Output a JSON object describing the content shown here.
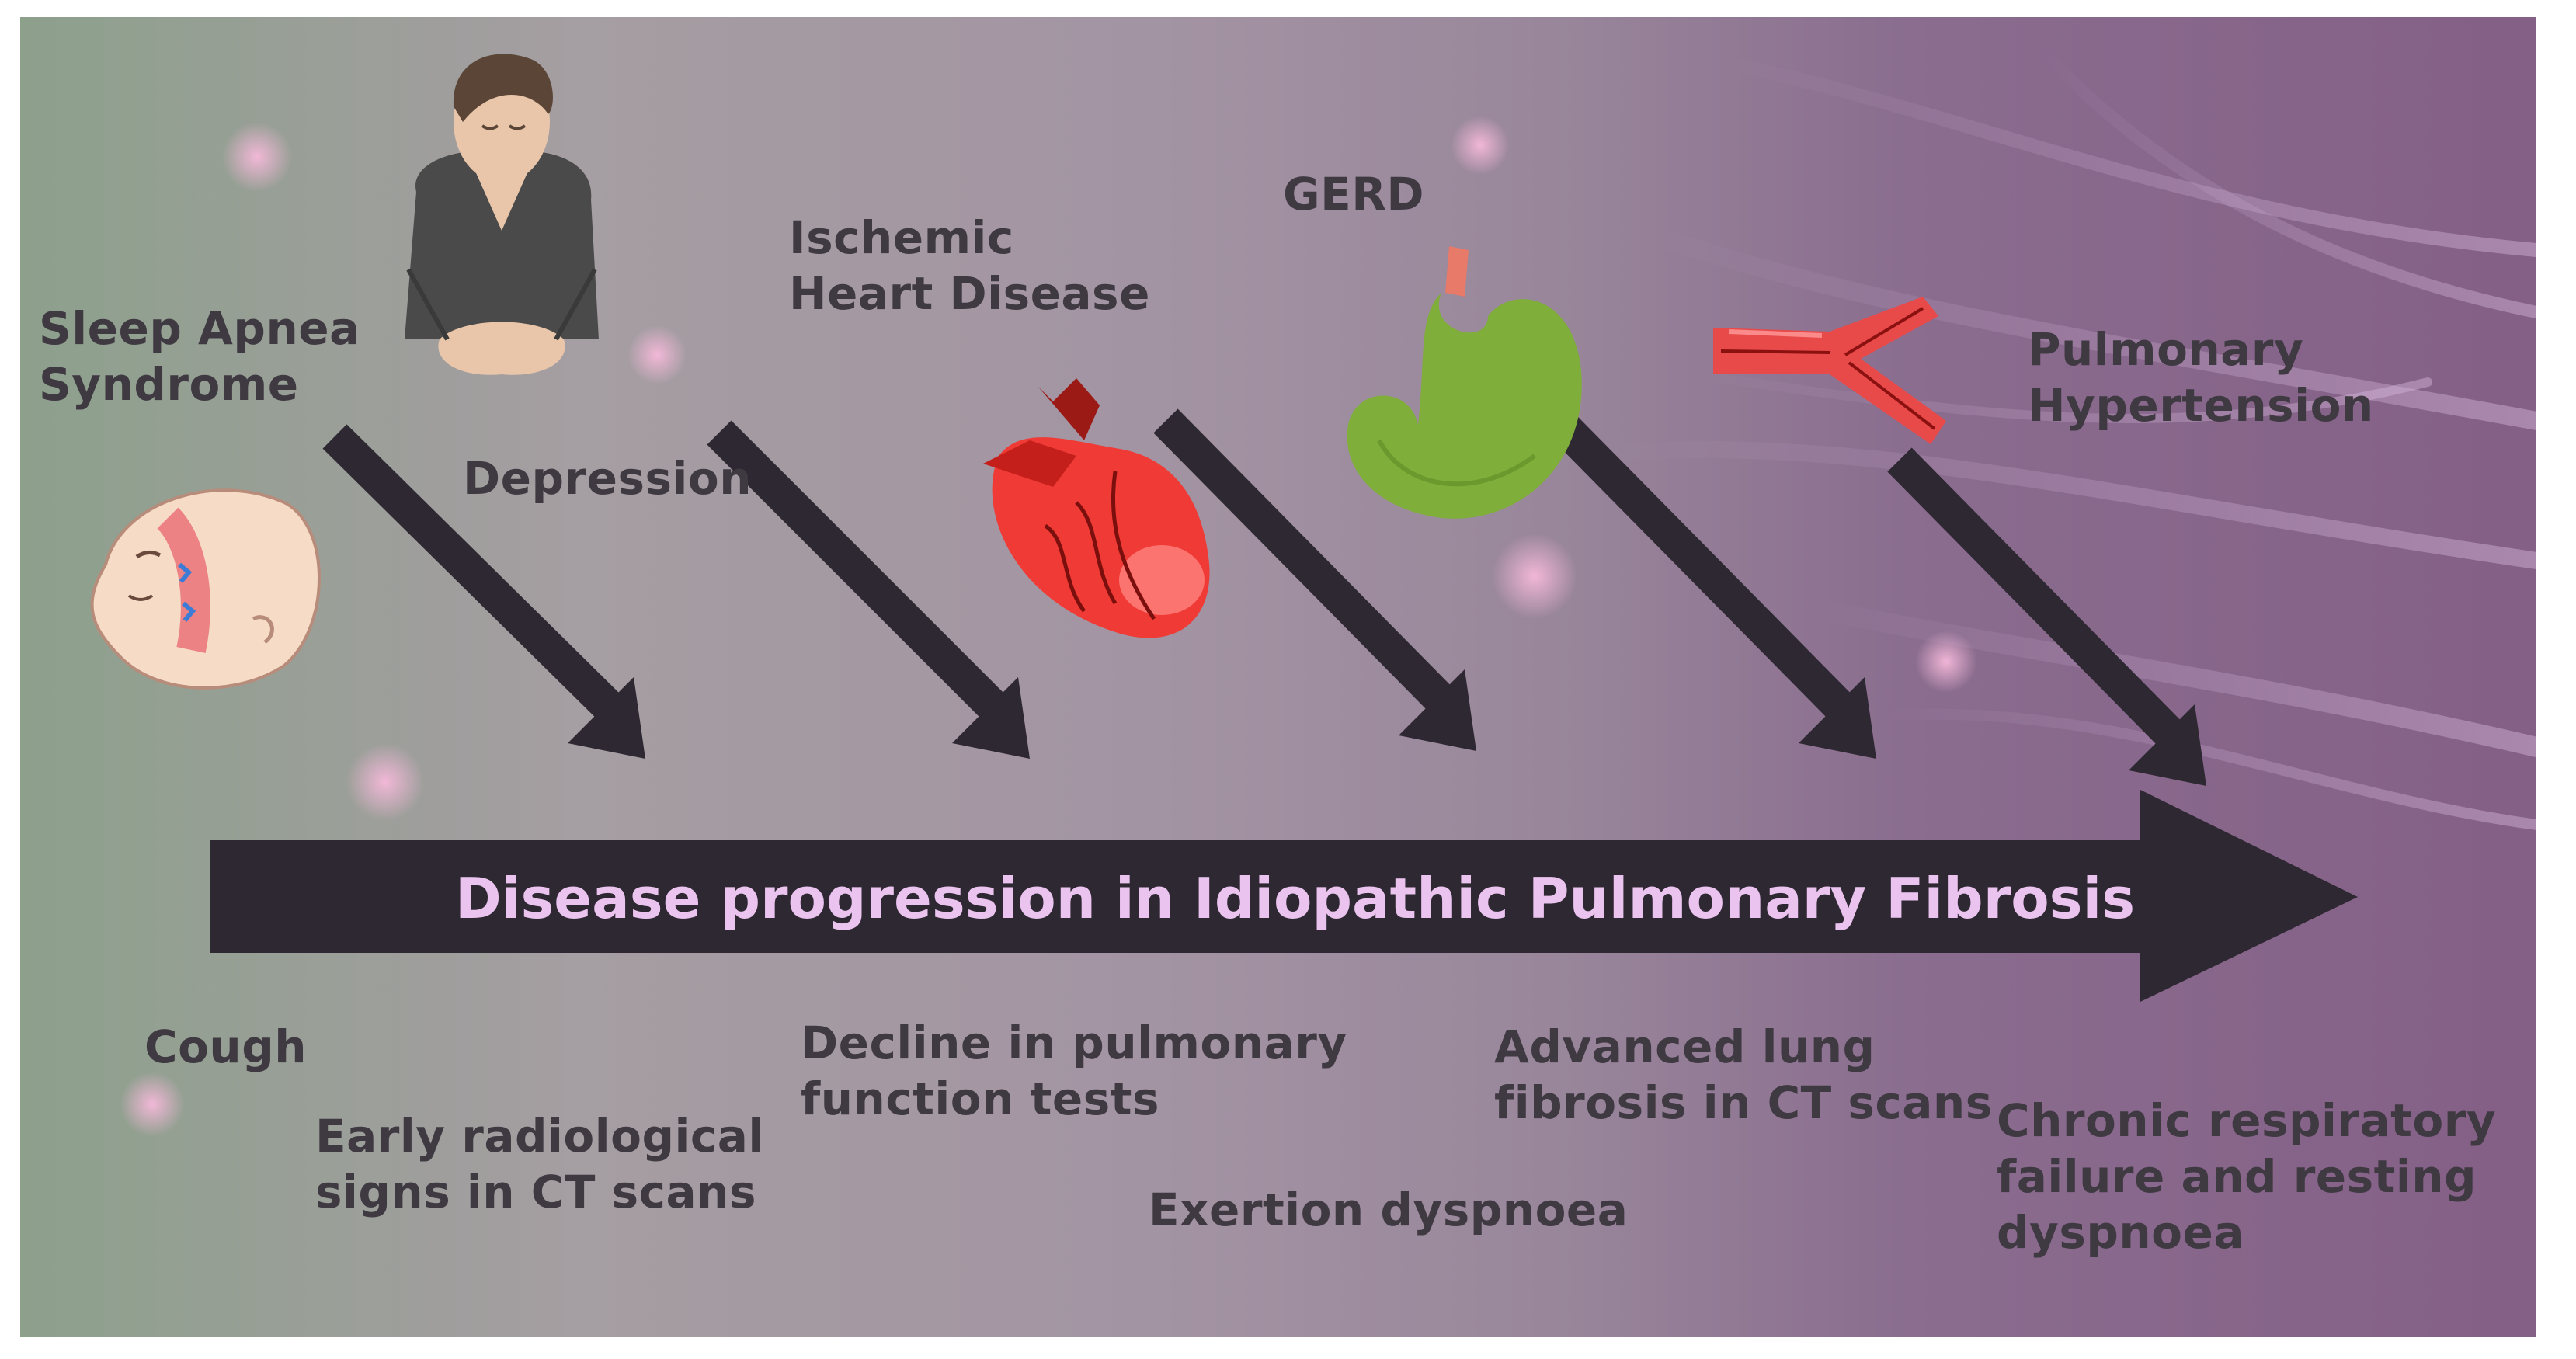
{
  "timeline": {
    "label": "Disease progression in Idiopathic Pulmonary Fibrosis"
  },
  "comorbidities": [
    {
      "id": "sleep-apnea",
      "label": "Sleep Apnea\nSyndrome",
      "icon": "sleeping-face-icon"
    },
    {
      "id": "depression",
      "label": "Depression",
      "icon": "sad-man-icon"
    },
    {
      "id": "ischemic-heart",
      "label": "Ischemic\nHeart Disease",
      "icon": "heart-icon"
    },
    {
      "id": "gerd",
      "label": "GERD",
      "icon": "stomach-icon"
    },
    {
      "id": "pulmonary-hypertension",
      "label": "Pulmonary\nHypertension",
      "icon": "blood-vessel-icon"
    }
  ],
  "stages": [
    {
      "id": "cough",
      "label": "Cough"
    },
    {
      "id": "early-radiological",
      "label": "Early radiological\nsigns in CT scans"
    },
    {
      "id": "pft-decline",
      "label": "Decline in pulmonary\nfunction tests"
    },
    {
      "id": "exertion-dyspnoea",
      "label": "Exertion dyspnoea"
    },
    {
      "id": "advanced-fibrosis",
      "label": "Advanced lung\nfibrosis in CT scans"
    },
    {
      "id": "chronic-failure",
      "label": "Chronic respiratory\nfailure and resting\ndyspnoea"
    }
  ],
  "colors": {
    "arrow": "#2e2832",
    "timeline_text": "#eac4ef",
    "label_text": "#3f3942",
    "heart": "#e8302f",
    "stomach": "#7fae3a",
    "vessel": "#e84a4a"
  }
}
